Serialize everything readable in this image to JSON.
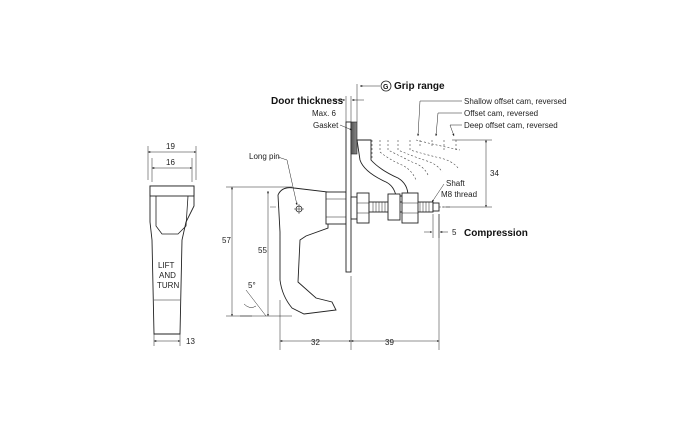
{
  "left_view": {
    "dim_top_outer": "19",
    "dim_top_inner": "16",
    "dim_bottom": "13",
    "handle_text": [
      "LIFT",
      "AND",
      "TURN"
    ]
  },
  "side_view": {
    "dim_height_outer": "57",
    "dim_height_inner": "55",
    "dim_angle": "5°",
    "dim_body_length": "32",
    "dim_rear_length": "39",
    "label_long_pin": "Long pin"
  },
  "door": {
    "title": "Door thickness",
    "max": "Max. 6",
    "gasket": "Gasket"
  },
  "grip": {
    "badge": "G",
    "title": "Grip range",
    "dim_cam_travel": "34"
  },
  "cams": {
    "shallow": "Shallow offset cam, reversed",
    "offset": "Offset cam, reversed",
    "deep": "Deep offset cam, reversed"
  },
  "shaft": {
    "label_line1": "Shaft",
    "label_line2": "M8 thread"
  },
  "compression": {
    "value": "5",
    "title": "Compression"
  }
}
